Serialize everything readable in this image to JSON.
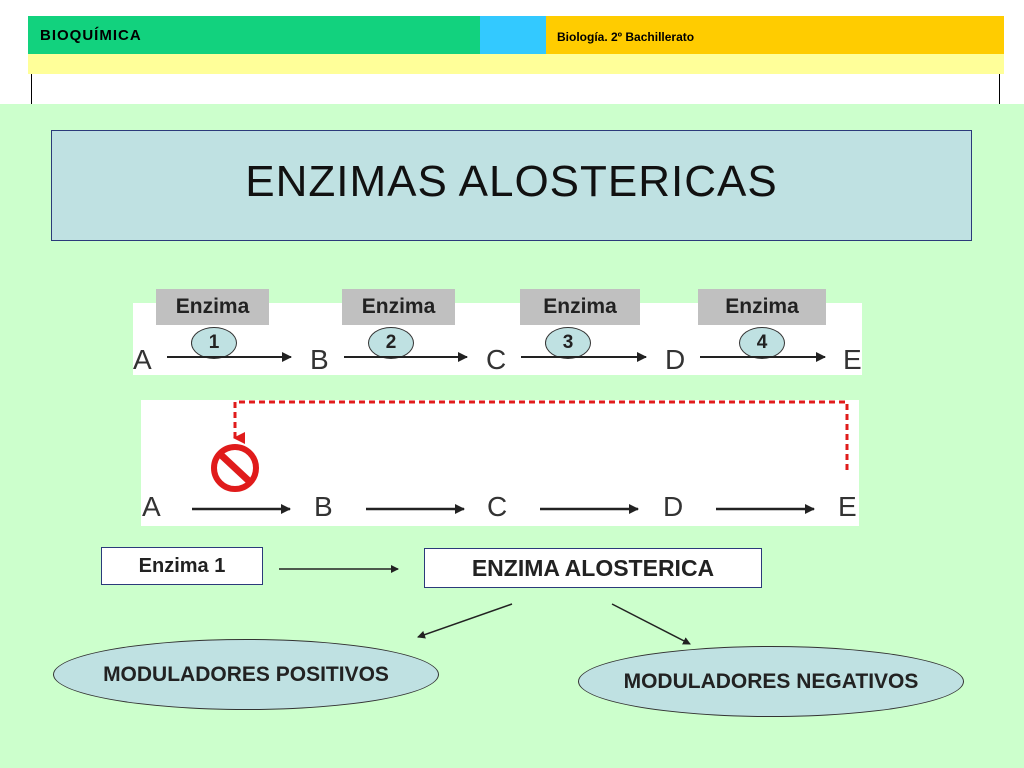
{
  "header": {
    "title": "BIOQUÍMICA",
    "subtitle": "Biología. 2º Bachillerato",
    "colors": {
      "green": "#12d27e",
      "blue": "#33c9ff",
      "gold": "#ffcc00",
      "light_yellow": "#ffff99"
    }
  },
  "slide": {
    "title": "ENZIMAS ALOSTERICAS",
    "background": "#ccffcc"
  },
  "pathway": {
    "enzyme_label": "Enzima",
    "enzyme_numbers": [
      "1",
      "2",
      "3",
      "4"
    ],
    "letters": [
      "A",
      "B",
      "C",
      "D",
      "E"
    ]
  },
  "feedback": {
    "letters": [
      "A",
      "B",
      "C",
      "D",
      "E"
    ],
    "inhibition_icon": "prohibition-icon",
    "line_color": "#e01b1b"
  },
  "relation": {
    "source": "Enzima 1",
    "target": "ENZIMA ALOSTERICA",
    "positive": "MODULADORES POSITIVOS",
    "negative": "MODULADORES NEGATIVOS"
  }
}
